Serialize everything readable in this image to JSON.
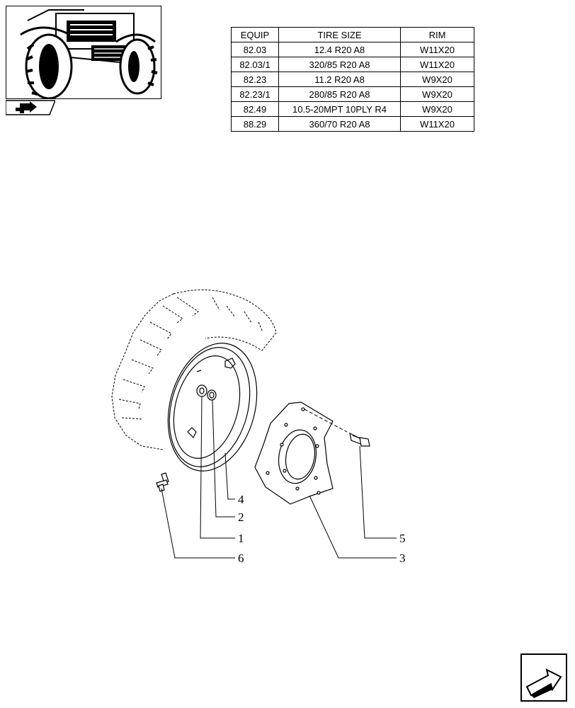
{
  "thumbnail": {
    "icon": "tractor-front-wheels-icon",
    "nav_icon": "previous-page-arrow-icon"
  },
  "spec_table": {
    "headers": {
      "equip": "EQUIP",
      "tire_size": "TIRE SIZE",
      "rim": "RIM"
    },
    "rows": [
      {
        "equip": "82.03",
        "tire_size": "12.4 R20 A8",
        "rim": "W11X20"
      },
      {
        "equip": "82.03/1",
        "tire_size": "320/85 R20 A8",
        "rim": "W11X20"
      },
      {
        "equip": "82.23",
        "tire_size": "11.2 R20 A8",
        "rim": "W9X20"
      },
      {
        "equip": "82.23/1",
        "tire_size": "280/85 R20 A8",
        "rim": "W9X20"
      },
      {
        "equip": "82.49",
        "tire_size": "10.5-20MPT 10PLY R4",
        "rim": "W9X20"
      },
      {
        "equip": "88.29",
        "tire_size": "360/70 R20 A8",
        "rim": "W11X20"
      }
    ]
  },
  "callouts": {
    "c1": "1",
    "c2": "2",
    "c3": "3",
    "c4": "4",
    "c5": "5",
    "c6": "6"
  },
  "navigation": {
    "next_icon": "next-page-arrow-icon"
  }
}
